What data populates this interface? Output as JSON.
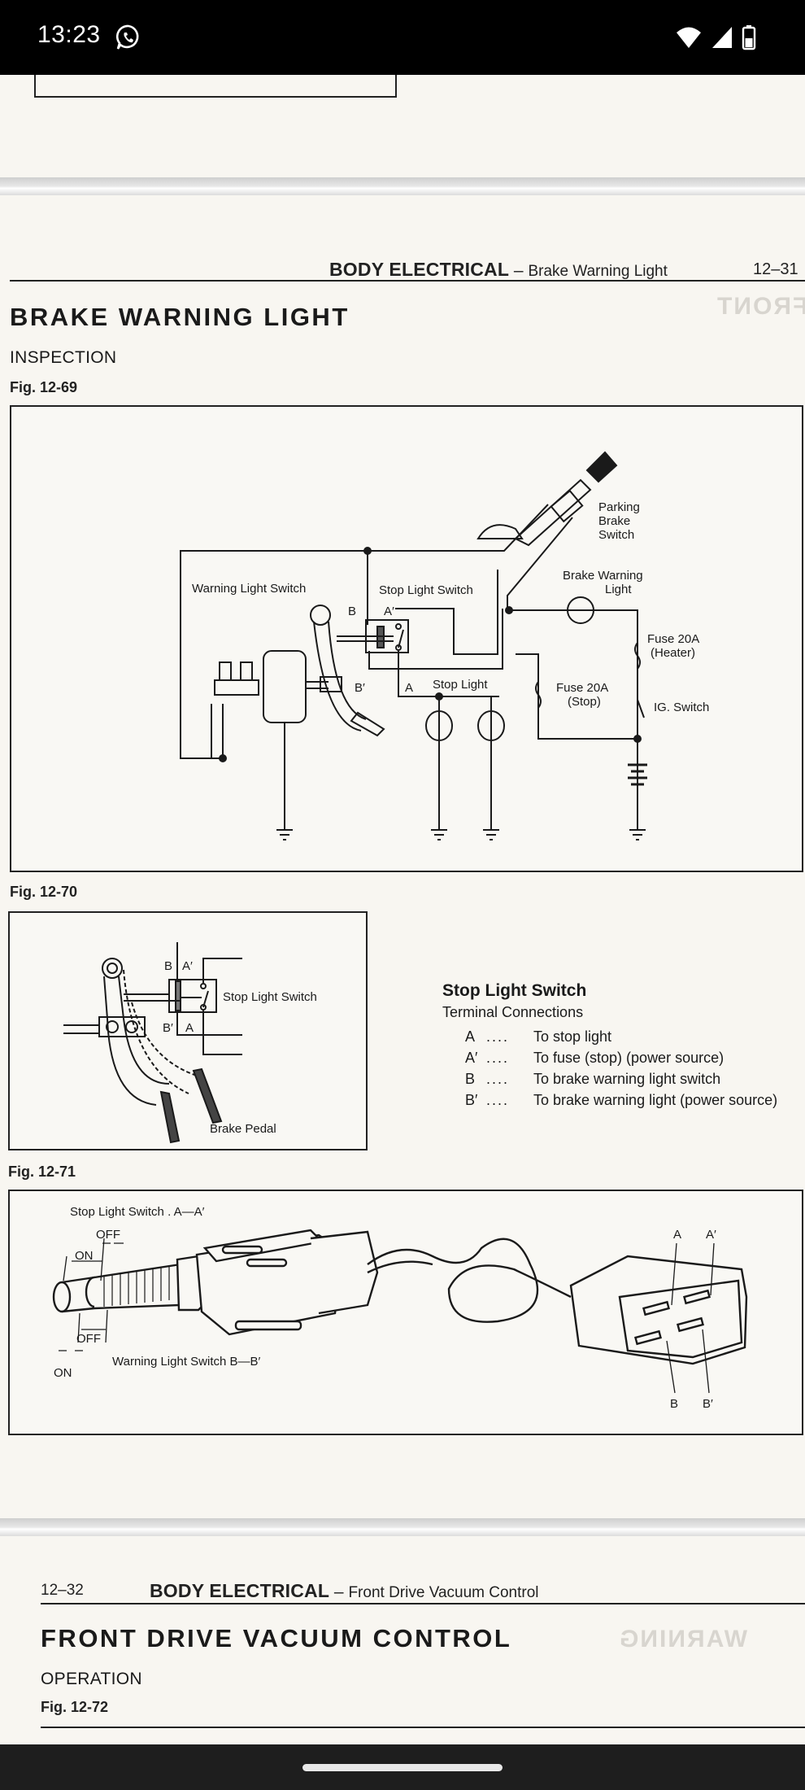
{
  "status_bar": {
    "time": "13:23",
    "notification_icons": [
      "whatsapp-icon"
    ],
    "system_icons": [
      "wifi-icon",
      "cellular-signal-icon",
      "battery-icon"
    ]
  },
  "page_12_31": {
    "running_head": {
      "section": "BODY ELECTRICAL",
      "separator": " – ",
      "topic": "Brake Warning Light",
      "page_number": "12–31"
    },
    "title": "BRAKE  WARNING  LIGHT",
    "subheading": "INSPECTION",
    "figures": {
      "fig_69": {
        "label": "Fig. 12-69",
        "callouts": {
          "parking_brake_switch": [
            "Parking",
            "Brake",
            "Switch"
          ],
          "warning_light_switch": "Warning Light Switch",
          "stop_light_switch": "Stop Light Switch",
          "brake_warning_light": [
            "Brake Warning",
            "Light"
          ],
          "fuse_heater": [
            "Fuse 20A",
            "(Heater)"
          ],
          "fuse_stop": [
            "Fuse 20A",
            "(Stop)"
          ],
          "ig_switch": "IG. Switch",
          "stop_light": "Stop Light",
          "terminal_b": "B",
          "terminal_a_prime": "A′",
          "terminal_b_prime": "B′",
          "terminal_a": "A"
        }
      },
      "fig_70": {
        "label": "Fig. 12-70",
        "callouts": {
          "terminal_b": "B",
          "terminal_a_prime": "A′",
          "terminal_b_prime": "B′",
          "terminal_a": "A",
          "stop_light_switch": "Stop Light Switch",
          "brake_pedal": "Brake Pedal"
        }
      },
      "fig_71": {
        "label": "Fig. 12-71",
        "callouts": {
          "stop_light_switch": "Stop Light Switch . A—A′",
          "warning_light_switch": "Warning Light Switch B—B′",
          "off_top": "OFF",
          "on_top": "ON",
          "off_bottom": "OFF",
          "on_bottom": "ON",
          "pin_a": "A",
          "pin_a_prime": "A′",
          "pin_b": "B",
          "pin_b_prime": "B′"
        }
      }
    },
    "terminal_legend": {
      "title": "Stop Light Switch",
      "subtitle": "Terminal Connections",
      "dots": "....",
      "rows": [
        {
          "terminal": "A",
          "description": "To stop light"
        },
        {
          "terminal": "A′",
          "description": "To fuse (stop) (power source)"
        },
        {
          "terminal": "B",
          "description": "To brake warning light switch"
        },
        {
          "terminal": "B′",
          "description": "To brake warning light (power source)"
        }
      ]
    }
  },
  "page_12_32": {
    "running_head": {
      "page_number": "12–32",
      "section": "BODY ELECTRICAL",
      "separator": " – ",
      "topic": "Front Drive Vacuum Control"
    },
    "title": "FRONT  DRIVE  VACUUM  CONTROL",
    "subheading": "OPERATION",
    "figure_label": "Fig. 12-72"
  }
}
